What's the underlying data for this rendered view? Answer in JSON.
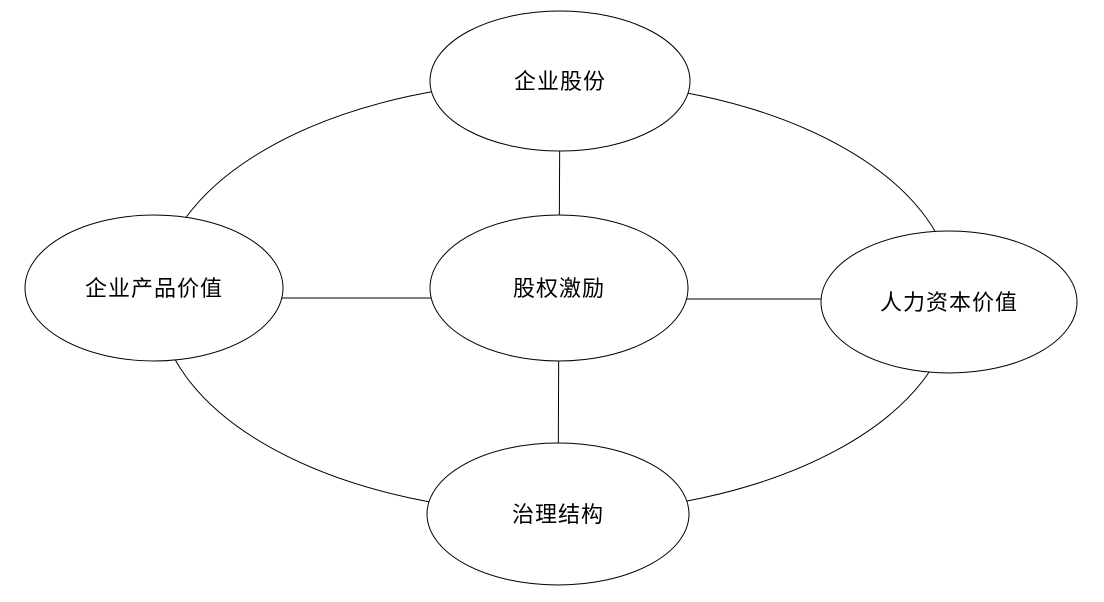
{
  "diagram": {
    "background_color": "#ffffff",
    "stroke_color": "#000000",
    "node_fill_color": "#ffffff",
    "text_color": "#000000",
    "nodes": {
      "top": {
        "label": "企业股份"
      },
      "left": {
        "label": "企业产品价值"
      },
      "center": {
        "label": "股权激励"
      },
      "right": {
        "label": "人力资本价值"
      },
      "bottom": {
        "label": "治理结构"
      }
    },
    "edges": [
      {
        "from": "center",
        "to": "top",
        "style": "straight"
      },
      {
        "from": "center",
        "to": "bottom",
        "style": "straight"
      },
      {
        "from": "center",
        "to": "left",
        "style": "straight"
      },
      {
        "from": "center",
        "to": "right",
        "style": "straight"
      },
      {
        "from": "top",
        "to": "left",
        "style": "arc"
      },
      {
        "from": "top",
        "to": "right",
        "style": "arc"
      },
      {
        "from": "bottom",
        "to": "left",
        "style": "arc"
      },
      {
        "from": "bottom",
        "to": "right",
        "style": "arc"
      }
    ]
  }
}
